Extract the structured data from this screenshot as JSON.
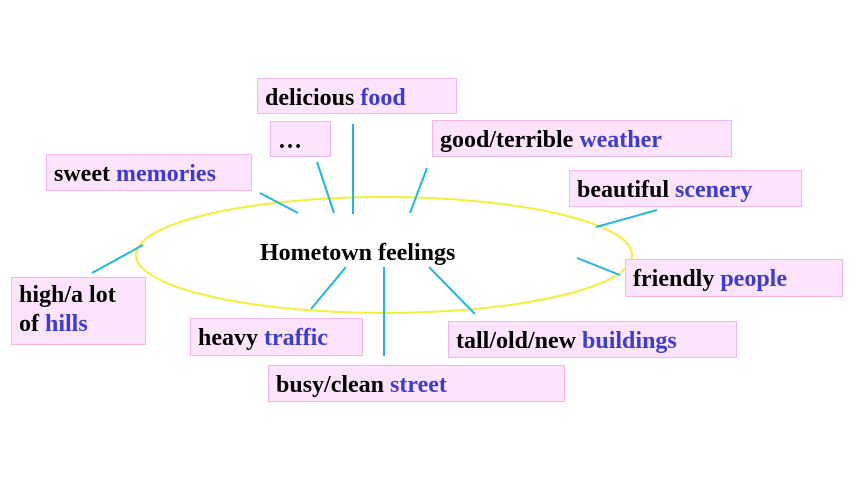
{
  "colors": {
    "box_fill": "#fde3fb",
    "box_border": "#f3b6e8",
    "highlight_text": "#3b3bd6",
    "connector": "#1fb7e0",
    "ellipse": "#f3ee37"
  },
  "center": {
    "label": "Hometown feelings"
  },
  "boxes": {
    "food": {
      "plain": "delicious ",
      "highlight": "food"
    },
    "ellipsis": {
      "plain": "…",
      "highlight": ""
    },
    "weather": {
      "plain": "good/terrible ",
      "highlight": "weather"
    },
    "memories": {
      "plain": "sweet ",
      "highlight": "memories"
    },
    "scenery": {
      "plain": "beautiful ",
      "highlight": "scenery"
    },
    "people": {
      "plain": "friendly ",
      "highlight": "people"
    },
    "hills": {
      "plain_line1": "high/a lot",
      "plain_line2": "of ",
      "highlight": "hills"
    },
    "traffic": {
      "plain": "heavy ",
      "highlight": "traffic"
    },
    "buildings": {
      "plain": "tall/old/new ",
      "highlight": "buildings"
    },
    "street": {
      "plain": "busy/clean ",
      "highlight": "street"
    }
  }
}
